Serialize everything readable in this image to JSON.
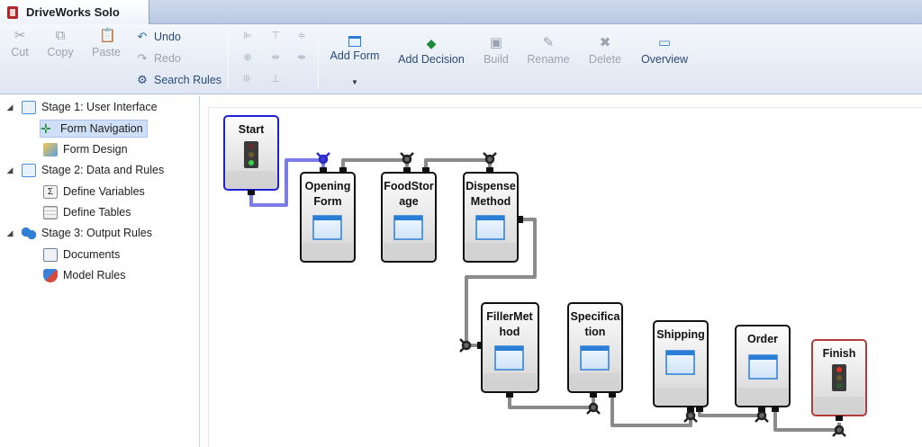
{
  "app": {
    "title": "DriveWorks Solo"
  },
  "ribbon": {
    "cut": "Cut",
    "copy": "Copy",
    "paste": "Paste",
    "undo": "Undo",
    "redo": "Redo",
    "search_rules": "Search Rules",
    "add_form": "Add Form",
    "add_decision": "Add Decision",
    "build": "Build",
    "rename": "Rename",
    "delete": "Delete",
    "overview": "Overview"
  },
  "tree": {
    "stage1": "Stage 1: User Interface",
    "form_navigation": "Form Navigation",
    "form_design": "Form Design",
    "stage2": "Stage 2: Data and Rules",
    "define_variables": "Define Variables",
    "define_tables": "Define Tables",
    "stage3": "Stage 3: Output Rules",
    "documents": "Documents",
    "model_rules": "Model Rules"
  },
  "nodes": {
    "start": "Start",
    "opening_form": [
      "Opening",
      "Form"
    ],
    "foodstorage": [
      "FoodStor",
      "age"
    ],
    "dispense_method": [
      "Dispense",
      "Method"
    ],
    "fillermethod": [
      "FillerMet",
      "hod"
    ],
    "specification": [
      "Specifica",
      "tion"
    ],
    "shipping": "Shipping",
    "order": "Order",
    "finish": "Finish"
  },
  "colors": {
    "selected_link": "#7b7bea",
    "link": "#8a8a8a",
    "start_border": "#1f1fd6",
    "finish_border": "#b23a3a"
  }
}
